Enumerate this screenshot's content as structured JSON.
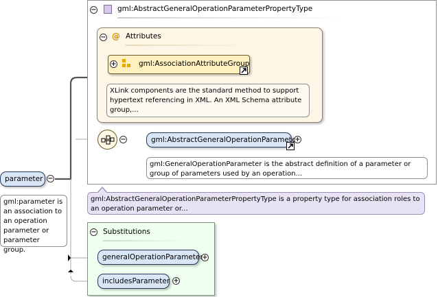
{
  "complex_type": {
    "title": "gml:AbstractGeneralOperationParameterPropertyType",
    "description": "gml:AbstractGeneralOperationParameterPropertyType is a property type for association roles to an operation parameter or..."
  },
  "attributes": {
    "title": "Attributes",
    "group_label": "gml:AssociationAttributeGroup",
    "group_doc": "XLink components are the standard method to support hypertext referencing in XML. An XML Schema attribute group,..."
  },
  "sequence_element": {
    "label": "gml:AbstractGeneralOperationParameter",
    "doc": "gml:GeneralOperationParameter is the abstract definition of a parameter or group of parameters used by an operation..."
  },
  "root": {
    "label": "parameter",
    "doc": "gml:parameter is an association to an operation parameter or parameter group."
  },
  "substitutions": {
    "title": "Substitutions",
    "items": [
      "generalOperationParameter",
      "includesParameter"
    ]
  },
  "icons": {
    "complex_type": "complex-type-icon",
    "attribute": "at-sign-icon",
    "attribute_group": "attribute-group-icon",
    "sequence": "sequence-compositor-icon",
    "link": "link-arrow-icon"
  },
  "colors": {
    "node_fill": "#d9e6f6",
    "node_border": "#24385a",
    "attributes_fill": "#fdf5e6",
    "attribute_group_fill": "#fff0c0",
    "substitutions_fill": "#effff0",
    "description_fill": "#e8e3f4"
  }
}
